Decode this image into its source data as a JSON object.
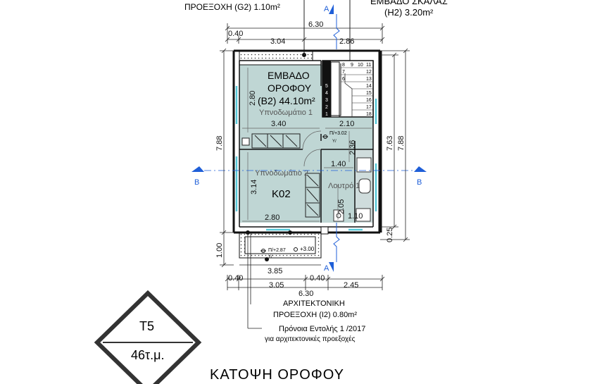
{
  "colors": {
    "floor_fill": "#bfd6d4",
    "wall": "#1a1a1a",
    "axis_blue": "#1f5fd8",
    "glass": "#55c8d8",
    "dim_line": "#222222"
  },
  "top_annotations": {
    "projection_g2": "ΠΡΟΕΞΟΧΗ  (G2) 1.10m²",
    "stair_area_title": "ΕΜΒΑΔΟ ΣΚΑΛΑΣ",
    "stair_area_value": "(H2)  3.20m²"
  },
  "top_dims": {
    "total": "6.30",
    "offset": "0.40",
    "left": "3.04",
    "right": "2.86"
  },
  "floor_area": {
    "line1": "ΕΜΒΑΔΟ",
    "line2": "ΟΡΟΦΟΥ",
    "line3": "(B2)  44.10m²"
  },
  "rooms": {
    "bedroom1": "Υπνοδωμάτιο 1",
    "bedroom2": "Υπνοδωμάτιο 2",
    "bathroom": "Λουτρό 1",
    "k02": "K02"
  },
  "inner_dims": {
    "d280v": "2.80",
    "d340": "3.40",
    "d210": "2.10",
    "d236": "2.36",
    "d140": "1.40",
    "d314": "3.14",
    "d280h": "2.80",
    "d205": "2.05",
    "d110": "1.10"
  },
  "levels": {
    "interior": "Π/+3.02",
    "balcony": "Π/+2.87",
    "balcony_top": "+3.00",
    "marker": "Y/"
  },
  "stairs": [
    "8",
    "9",
    "10",
    "11",
    "7",
    "12",
    "6",
    "13",
    "5",
    "14",
    "4",
    "15",
    "3",
    "16",
    "2",
    "17",
    "1",
    "18"
  ],
  "side_dims": {
    "left_total": "7.88",
    "right_inner": "7.63",
    "right_total": "7.88",
    "left_bottom": "1.00",
    "right_bottom": "0.25"
  },
  "section_labels": {
    "a": "A",
    "b": "B"
  },
  "bottom_dims": {
    "balcony": "3.85",
    "offset_left": "0.40",
    "left": "3.05",
    "offset_mid": "0.40",
    "right": "2.45",
    "total": "6.30"
  },
  "bottom_annotations": {
    "arch_line1": "ΑΡΧΙΤΕΚΤΟΝΙΚΗ",
    "arch_line2": "ΠΡΟΕΞΟΧΗ  (I2) 0.80m²",
    "provision_line1": "Πρόνοια Εντολής 1 /2017",
    "provision_line2": "για αρχιτεκτονικές προεξοχές"
  },
  "badge": {
    "code": "T5",
    "area": "46τ.μ."
  },
  "plan_title": "ΚΑΤΟΨΗ ΟΡΟΦΟΥ"
}
